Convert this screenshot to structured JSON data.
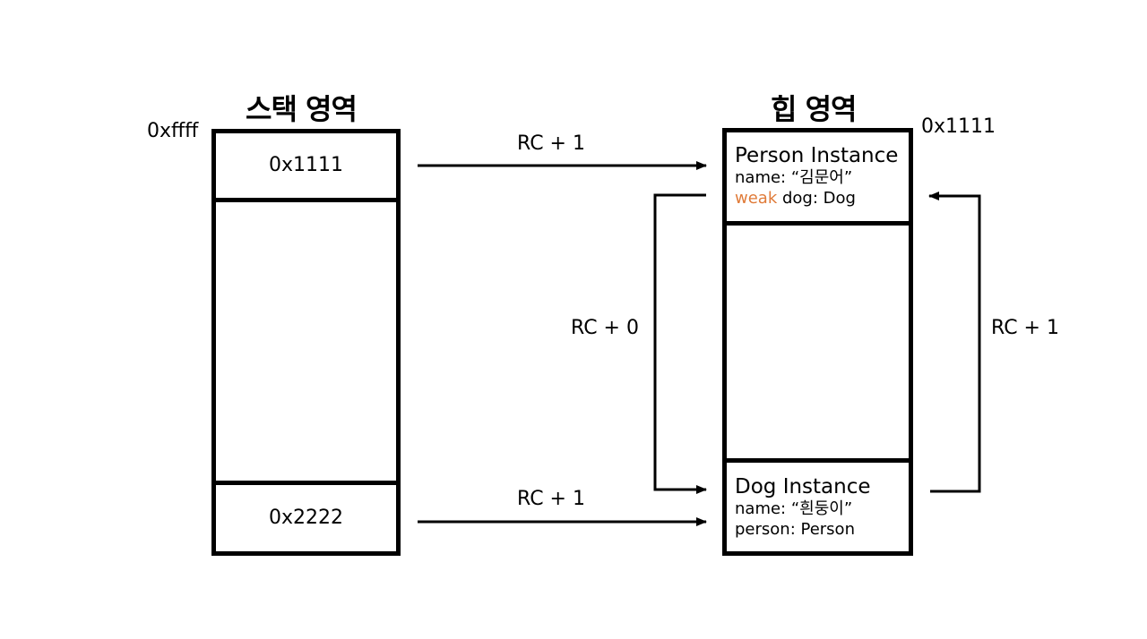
{
  "stack": {
    "title": "스택 영역",
    "top_address": "0xffff",
    "cells": [
      "0x1111",
      "0x2222"
    ]
  },
  "heap": {
    "title": "힙 영역",
    "top_address": "0x1111",
    "person": {
      "title": "Person Instance",
      "name_line": "name: “김문어”",
      "weak_keyword": "weak",
      "dog_line": " dog: Dog"
    },
    "dog": {
      "title": "Dog Instance",
      "name_line": "name: “흰둥이”",
      "person_line": "person: Person"
    }
  },
  "arrows": {
    "stack_to_person": "RC + 1",
    "stack_to_dog": "RC + 1",
    "person_to_dog": "RC + 0",
    "dog_to_person": "RC + 1"
  },
  "colors": {
    "weak": "#E07B39",
    "line": "#000000"
  }
}
